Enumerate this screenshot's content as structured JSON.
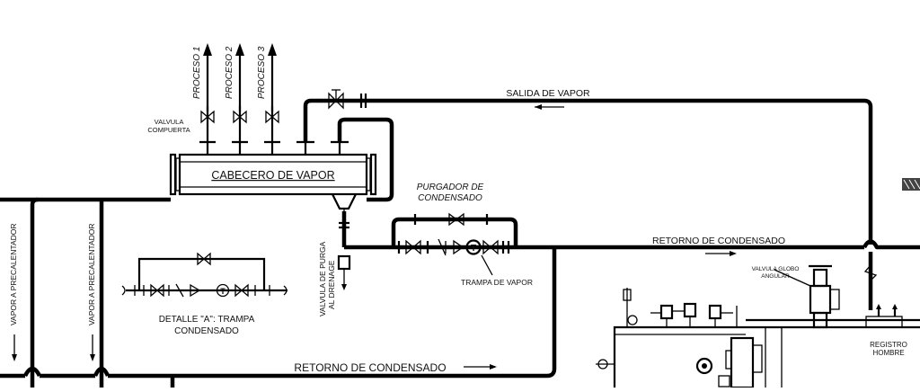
{
  "labels": {
    "proceso_1": "PROCESO 1",
    "proceso_2": "PROCESO 2",
    "proceso_3": "PROCESO 3",
    "valvula_compuerta_1": "VALVULA",
    "valvula_compuerta_2": "COMPUERTA",
    "cabecero": "CABECERO DE VAPOR",
    "salida_vapor": "SALIDA  DE  VAPOR",
    "purgador_1": "PURGADOR DE",
    "purgador_2": "CONDENSADO",
    "trampa_vapor": "TRAMPA  DE  VAPOR",
    "retorno_top": "RETORNO  DE  CONDENSADO",
    "retorno_bottom": "RETORNO  DE  CONDENSADO",
    "valvula_purga_1": "VALVULA  DE  PURGA",
    "valvula_purga_2": "AL  DRENAGE",
    "vapor_precalentador_1": "VAPOR  A  PRECALENTADOR",
    "vapor_precalentador_2": "VAPOR  A  PRECALENTADOR",
    "detalle_1": "DETALLE \"A\": TRAMPA",
    "detalle_2": "CONDENSADO",
    "valvula_globo_1": "VALVULA GLOBO",
    "valvula_globo_2": "ANGULAR",
    "registro_1": "REGISTRO",
    "registro_2": "HOMBRE",
    "trap_symbol": "T",
    "detail_trap_symbol": "T"
  }
}
